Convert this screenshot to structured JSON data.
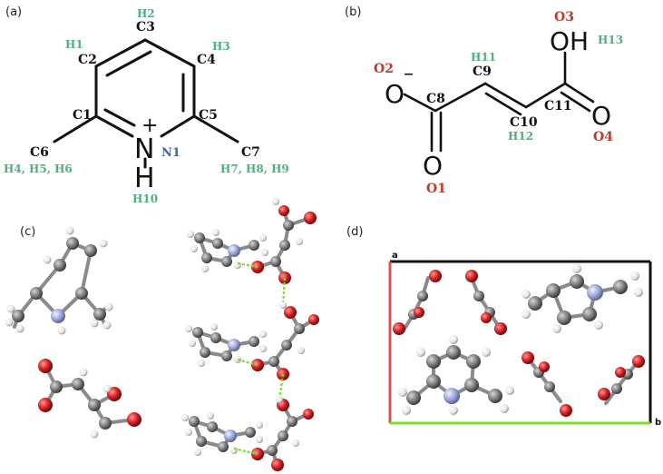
{
  "panels": {
    "a": "(a)",
    "b": "(b)",
    "c": "(c)",
    "d": "(d)"
  },
  "colors": {
    "carbon_label": "#111111",
    "hydrogen_label": "#4caf7d",
    "nitrogen_label": "#3b64a8",
    "oxygen_label": "#c0392b",
    "cell_a_axis": "#e05050",
    "cell_b_axis": "#7ddc2a",
    "cell_border": "#111111",
    "atom_carbon": "#7b7b7b",
    "atom_oxygen": "#d92323",
    "atom_nitrogen": "#9aa4d6",
    "atom_hydrogen": "#e8e8e8",
    "hydrogen_bond": "#7ddc2a"
  },
  "cation": {
    "carbons": {
      "c1": "C1",
      "c2": "C2",
      "c3": "C3",
      "c4": "C4",
      "c5": "C5",
      "c6": "C6",
      "c7": "C7"
    },
    "hydrogens": {
      "h1": "H1",
      "h2": "H2",
      "h3": "H3",
      "h456": "H4, H5, H6",
      "h789": "H7, H8, H9",
      "h10": "H10"
    },
    "nitrogen_symbol": "N",
    "nitrogen_label": "N1",
    "hydrogen_symbol": "H",
    "charge": "+"
  },
  "anion": {
    "carbons": {
      "c8": "C8",
      "c9": "C9",
      "c10": "C10",
      "c11": "C11"
    },
    "hydrogens": {
      "h11": "H11",
      "h12": "H12",
      "h13": "H13"
    },
    "oxygens": {
      "o1": "O1",
      "o2": "O2",
      "o3": "O3",
      "o4": "O4"
    },
    "o_symbol": "O",
    "oh_symbol": "OH",
    "charge": "–"
  },
  "unit_cell": {
    "axis_a": "a",
    "axis_b": "b"
  }
}
